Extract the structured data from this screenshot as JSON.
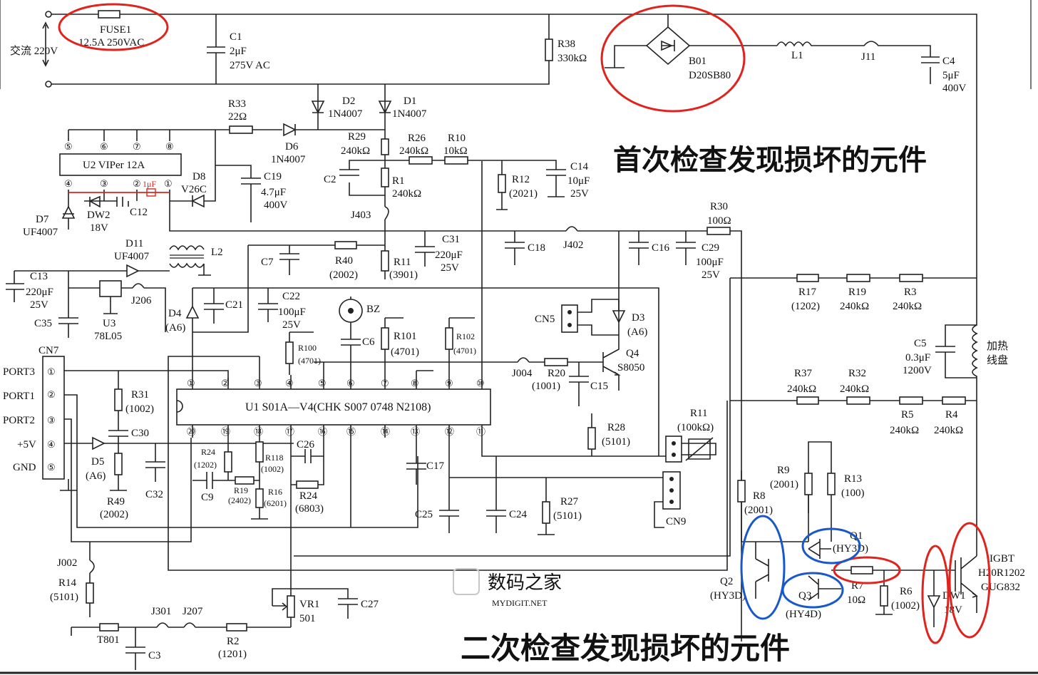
{
  "annotations": {
    "first_check": "首次检查发现损坏的元件",
    "second_check": "二次检查发现损坏的元件"
  },
  "watermark": {
    "main": "数码之家",
    "sub": "MYDIGIT.NET"
  },
  "colors": {
    "red": "#e0231c",
    "blue": "#1858c9"
  },
  "input": {
    "label": "交流 220V"
  },
  "labels": {
    "fuse1_ref": "FUSE1",
    "fuse1_val": "12.5A 250VAC",
    "c1_ref": "C1",
    "c1_val1": "2μF",
    "c1_val2": "275V AC",
    "r38_ref": "R38",
    "r38_val": "330kΩ",
    "b01_ref": "B01",
    "b01_val": "D20SB80",
    "l1_ref": "L1",
    "j11_ref": "J11",
    "c4_ref": "C4",
    "c4_val1": "5μF",
    "c4_val2": "400V",
    "r33_ref": "R33",
    "r33_val": "22Ω",
    "d2_ref": "D2",
    "d2_val": "1N4007",
    "d1_ref": "D1",
    "d1_val": "1N4007",
    "d6_ref": "D6",
    "d6_val": "1N4007",
    "u2": "U2 VIPer 12A",
    "d8_ref": "D8",
    "d8_val": "V26C",
    "c19_ref": "C19",
    "c19_val1": "4.7μF",
    "c19_val2": "400V",
    "r29_ref": "R29",
    "r29_val": "240kΩ",
    "r26_ref": "R26",
    "r26_val": "240kΩ",
    "r10_ref": "R10",
    "r10_val": "10kΩ",
    "c2_ref": "C2",
    "r1_ref": "R1",
    "r1_val": "240kΩ",
    "r12_ref": "R12",
    "r12_val": "(2021)",
    "c14_ref": "C14",
    "c14_val1": "10μF",
    "c14_val2": "25V",
    "d7_ref": "D7",
    "d7_val": "UF4007",
    "dw2_ref": "DW2",
    "dw2_val": "18V",
    "c12_ref": "C12",
    "c12_val": "1μF",
    "j403_ref": "J403",
    "r30_ref": "R30",
    "r30_val": "100Ω",
    "d11_ref": "D11",
    "d11_val": "UF4007",
    "l2_ref": "L2",
    "c7_ref": "C7",
    "r40_ref": "R40",
    "r40_val": "(2002)",
    "r11a_ref": "R11",
    "r11a_val": "(3901)",
    "c31_ref": "C31",
    "c31_val1": "220μF",
    "c31_val2": "25V",
    "c18_ref": "C18",
    "j402_ref": "J402",
    "c16_ref": "C16",
    "c29_ref": "C29",
    "c29_val1": "100μF",
    "c29_val2": "25V",
    "c13_ref": "C13",
    "c13_val1": "220μF",
    "c13_val2": "25V",
    "j206_ref": "J206",
    "c35_ref": "C35",
    "u3_ref": "U3",
    "u3_val": "78L05",
    "d4_ref": "D4",
    "d4_val": "(A6)",
    "c21_ref": "C21",
    "c22_ref": "C22",
    "c22_val1": "100μF",
    "c22_val2": "25V",
    "bz_ref": "BZ",
    "r17_ref": "R17",
    "r17_val": "(1202)",
    "r19a_ref": "R19",
    "r19a_val": "240kΩ",
    "r3_ref": "R3",
    "r3_val": "240kΩ",
    "cn5_ref": "CN5",
    "d3_ref": "D3",
    "d3_val": "(A6)",
    "c6_ref": "C6",
    "r101_ref": "R101",
    "r101_val": "(4701)",
    "r102_ref": "R102",
    "r102_val": "(4701)",
    "r100_ref": "R100",
    "r100_val": "(4701)",
    "q4_ref": "Q4",
    "q4_val": "S8050",
    "j004_ref": "J004",
    "r20_ref": "R20",
    "r20_val": "(1001)",
    "c15_ref": "C15",
    "c5_ref": "C5",
    "c5_val1": "0.3μF",
    "c5_val2": "1200V",
    "coil1": "加热",
    "coil2": "线盘",
    "cn7_ref": "CN7",
    "port3": "PORT3",
    "port1": "PORT1",
    "port2": "PORT2",
    "p5v": "+5V",
    "gnd": "GND",
    "r31_ref": "R31",
    "r31_val": "(1002)",
    "c30_ref": "C30",
    "u1": "U1 S01A—V4(CHK S007 0748 N2108)",
    "r37_ref": "R37",
    "r37_val": "240kΩ",
    "r32_ref": "R32",
    "r32_val": "240kΩ",
    "r5_ref": "R5",
    "r5_val": "240kΩ",
    "r4_ref": "R4",
    "r4_val": "240kΩ",
    "r11b_ref": "R11",
    "r11b_val": "(100kΩ)",
    "r28_ref": "R28",
    "r28_val": "(5101)",
    "d5_ref": "D5",
    "d5_val": "(A6)",
    "r49_ref": "R49",
    "r49_val": "(2002)",
    "c32_ref": "C32",
    "r24a_ref": "R24",
    "r24a_val": "(1202)",
    "r118_ref": "R118",
    "r118_val": "(1002)",
    "c26_ref": "C26",
    "r19b_ref": "R19",
    "r19b_val": "(2402)",
    "r16_ref": "R16",
    "r16_val": "(6201)",
    "r24b_ref": "R24",
    "r24b_val": "(6803)",
    "c9_ref": "C9",
    "c17_ref": "C17",
    "c25_ref": "C25",
    "c24_ref": "C24",
    "r27_ref": "R27",
    "r27_val": "(5101)",
    "cn9_ref": "CN9",
    "r9_ref": "R9",
    "r9_val": "(2001)",
    "r13_ref": "R13",
    "r13_val": "(100)",
    "r8_ref": "R8",
    "r8_val": "(2001)",
    "q1_ref": "Q1",
    "q1_val": "(HY3D)",
    "q2_ref": "Q2",
    "q2_val": "(HY3D)",
    "q3_ref": "Q3",
    "q3_val": "(HY4D)",
    "r7_ref": "R7",
    "r7_val": "10Ω",
    "r6_ref": "R6",
    "r6_val": "(1002)",
    "dw1_ref": "DW1",
    "dw1_val": "18V",
    "igbt_ref": "IGBT",
    "igbt_val1": "H20R1202",
    "igbt_val2": "GUG832",
    "j002_ref": "J002",
    "r14_ref": "R14",
    "r14_val": "(5101)",
    "t801_ref": "T801",
    "j301_ref": "J301",
    "j207_ref": "J207",
    "r2_ref": "R2",
    "r2_val": "(1201)",
    "c3_ref": "C3",
    "vr1_ref": "VR1",
    "vr1_val": "501",
    "c27_ref": "C27"
  },
  "u2_pins_top": [
    "⑤",
    "⑥",
    "⑦",
    "⑧"
  ],
  "u2_pins_bottom": [
    "④",
    "③",
    "②",
    "①"
  ],
  "cn7_pins": [
    "①",
    "②",
    "③",
    "④",
    "⑤"
  ],
  "u1_pins_top": [
    "①",
    "②",
    "③",
    "④",
    "⑤",
    "⑥",
    "⑦",
    "⑧",
    "⑨",
    "⑩"
  ],
  "u1_pins_bottom": [
    "⑳",
    "⑲",
    "⑱",
    "⑰",
    "⑯",
    "⑮",
    "⑭",
    "⑬",
    "⑫",
    "⑪"
  ]
}
